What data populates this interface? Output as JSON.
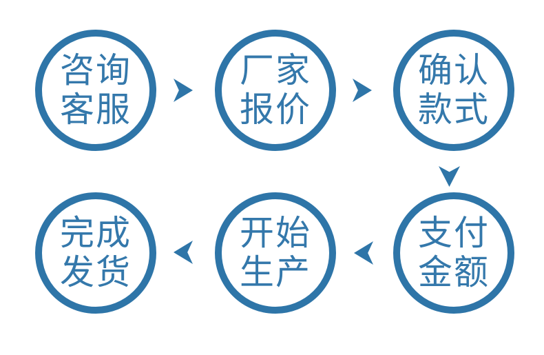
{
  "diagram": {
    "type": "process-flow",
    "steps": [
      {
        "label": "咨询客服",
        "line1": "咨询",
        "line2": "客服"
      },
      {
        "label": "厂家报价",
        "line1": "厂家",
        "line2": "报价"
      },
      {
        "label": "确认款式",
        "line1": "确认",
        "line2": "款式"
      },
      {
        "label": "支付金额",
        "line1": "支付",
        "line2": "金额"
      },
      {
        "label": "开始生产",
        "line1": "开始",
        "line2": "生产"
      },
      {
        "label": "完成发货",
        "line1": "完成",
        "line2": "发货"
      }
    ],
    "arrows": [
      {
        "direction": "right"
      },
      {
        "direction": "right"
      },
      {
        "direction": "down"
      },
      {
        "direction": "left"
      },
      {
        "direction": "left"
      }
    ],
    "colors": {
      "primary_blue": "#2e75a8",
      "text_blue": "#3478ab",
      "background": "#ffffff"
    }
  }
}
